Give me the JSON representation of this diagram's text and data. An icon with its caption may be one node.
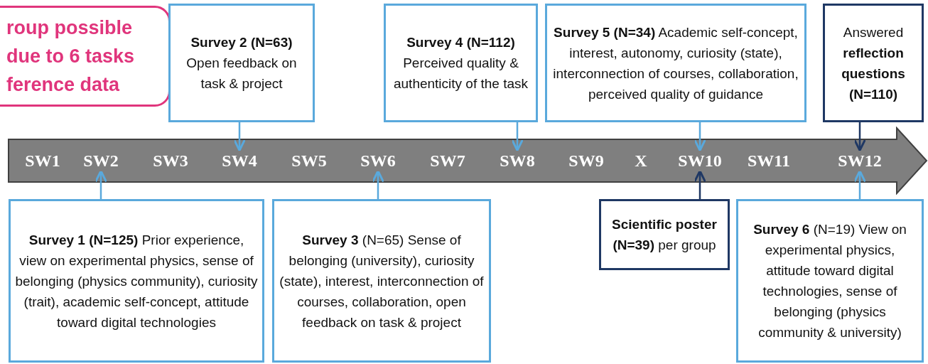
{
  "diagram": {
    "nodes": [
      {
        "text": [
          "roup possible due to 6 tasks ference data"
        ]
      },
      {
        "text": [
          "**Survey 2 (N=63)** Open feedback on task & project"
        ]
      },
      {
        "text": [
          "**Survey 4 (N=112)** Perceived quality & authenticity of the task"
        ]
      },
      {
        "text": [
          "**Survey 5 (N=34)** Academic self-concept, interest, autonomy, curiosity (state), interconnection of courses, collaboration, perceived quality of guidance"
        ]
      },
      {
        "text": [
          "Answered **reflection questions (N=110)**"
        ]
      },
      {
        "text": [],
        "shape": "arrow"
      },
      {
        "text": [
          "SW1"
        ],
        "in": 5
      },
      {
        "text": [
          "SW2"
        ],
        "in": 5
      },
      {
        "text": [
          "SW3"
        ],
        "in": 5
      },
      {
        "text": [
          "SW4"
        ],
        "in": 5
      },
      {
        "text": [
          "SW5"
        ],
        "in": 5
      },
      {
        "text": [
          "SW6"
        ],
        "in": 5
      },
      {
        "text": [
          "SW7"
        ],
        "in": 5
      },
      {
        "text": [
          "SW8"
        ],
        "in": 5
      },
      {
        "text": [
          "SW9"
        ],
        "in": 5
      },
      {
        "text": [
          "X"
        ],
        "in": 5
      },
      {
        "text": [
          "SW10"
        ],
        "in": 5
      },
      {
        "text": [
          "SW11"
        ],
        "in": 5
      },
      {
        "text": [
          "SW12"
        ],
        "in": 5
      },
      {
        "text": [
          "**Survey 1 (N=125)** Prior experience, view on experimental physics, sense of belonging (physics community), curiosity (trait), academic self-concept, attitude toward digital technologies"
        ]
      },
      {
        "text": [
          "**Survey 3** (N=65) Sense of belonging (university), curiosity (state), interest, interconnection of courses, collaboration, open feedback on task & project"
        ]
      },
      {
        "text": [
          "**Scientific poster (N=39)** per group"
        ]
      },
      {
        "text": [
          "**Survey 6** (N=19) View on experimental physics, attitude toward digital technologies, sense of belonging (physics community & university)"
        ]
      }
    ],
    "edges": [
      {
        "from": 1,
        "to": 9,
        "arrow": "to"
      },
      {
        "from": 2,
        "to": 13,
        "arrow": "to"
      },
      {
        "from": 3,
        "to": 16,
        "arrow": "to"
      },
      {
        "from": 4,
        "to": 18,
        "arrow": "to",
        "color": "#1f3864"
      },
      {
        "from": 19,
        "to": 7,
        "arrow": "to"
      },
      {
        "from": 20,
        "to": 11,
        "arrow": "to"
      },
      {
        "from": 21,
        "to": 16,
        "arrow": "to",
        "color": "#1f3864"
      },
      {
        "from": 22,
        "to": 18,
        "arrow": "to"
      }
    ]
  }
}
